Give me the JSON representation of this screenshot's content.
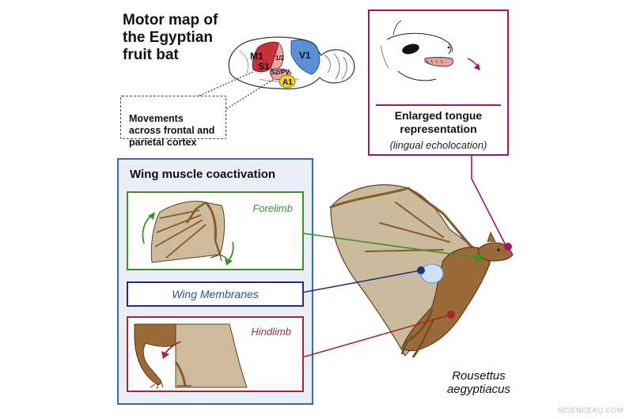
{
  "title": "Motor map of\nthe Egyptian\nfruit bat",
  "brain": {
    "regions": [
      {
        "key": "m1",
        "label": "M1",
        "color": "#c8303a"
      },
      {
        "key": "s1",
        "label": "S1",
        "color": "#c8303a"
      },
      {
        "key": "s12",
        "label": "1/2",
        "color": "#e6a6aa"
      },
      {
        "key": "s2pv",
        "label": "S2/PV",
        "color": "#e6a6aa"
      },
      {
        "key": "a1",
        "label": "A1",
        "color": "#f2d21e"
      },
      {
        "key": "v1",
        "label": "V1",
        "color": "#5b8fd6"
      }
    ]
  },
  "note": "Movements\nacross frontal and\nparietal cortex",
  "tongue_panel": {
    "title": "Enlarged tongue\nrepresentation",
    "subtitle": "(lingual echolocation)",
    "color": "#a4146b"
  },
  "wing_panel": {
    "title": "Wing muscle coactivation",
    "forelimb_label": "Forelimb",
    "membranes_label": "Wing Membranes",
    "hindlimb_label": "Hindlimb",
    "colors": {
      "forelimb": "#3e8e2e",
      "membranes": "#1f2f8a",
      "hindlimb": "#a8262d",
      "panel": "#3b66b0"
    }
  },
  "species": "Rousettus\naegyptiacus",
  "watermark": "SCIENCEAQ.COM"
}
